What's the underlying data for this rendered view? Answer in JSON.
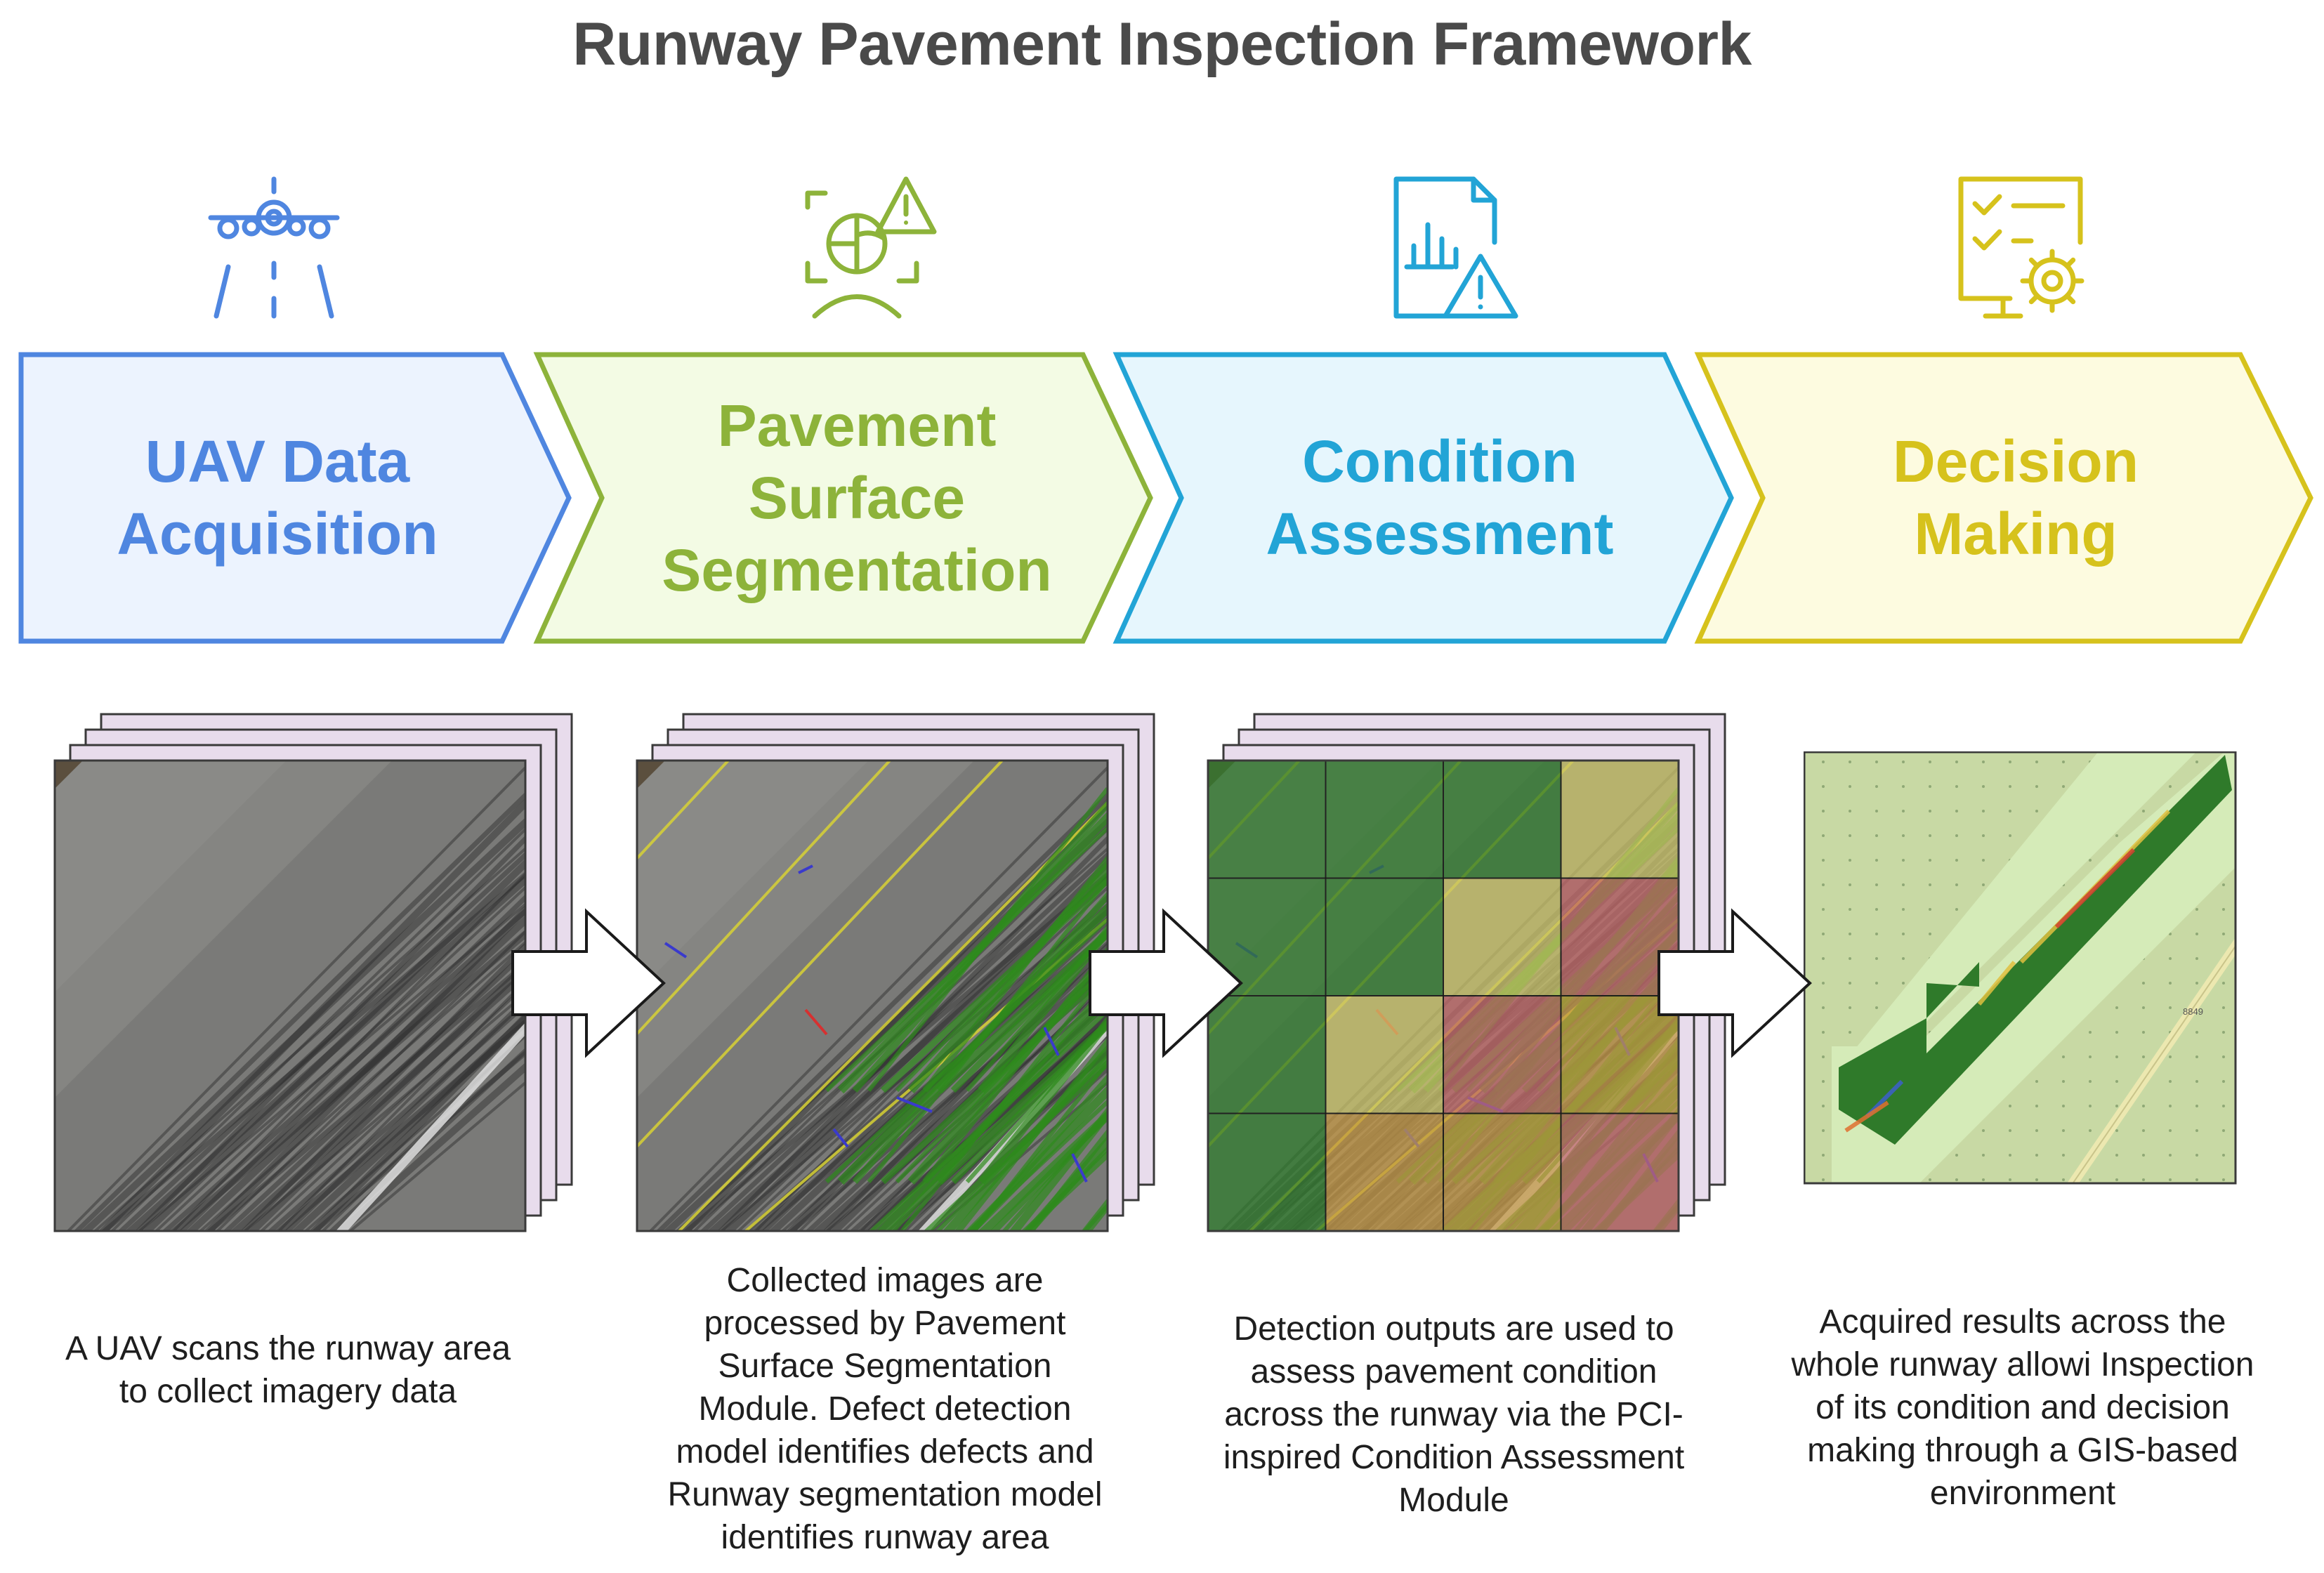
{
  "title": "Runway Pavement Inspection Framework",
  "colors": {
    "blue": "#4f86e0",
    "green": "#8db33a",
    "cyan": "#22a4d6",
    "yellow": "#d6c21c",
    "title": "#4a4a4a",
    "stack_sheet": "#e8dcec"
  },
  "stages": [
    {
      "id": "uav",
      "icon": "drone-icon",
      "label_lines": [
        "UAV Data",
        "Acquisition"
      ],
      "stroke": "#4f86e0",
      "fill": "#ecf3fe",
      "description_lines": [
        "A UAV scans the runway area",
        "to collect imagery data"
      ]
    },
    {
      "id": "segmentation",
      "icon": "scan-warning-icon",
      "label_lines": [
        "Pavement",
        "Surface",
        "Segmentation"
      ],
      "stroke": "#8db33a",
      "fill": "#f3fbe4",
      "description_lines": [
        "Collected images are",
        "processed by Pavement",
        "Surface Segmentation",
        "Module. Defect detection",
        "model identifies defects and",
        "Runway segmentation model",
        "identifies runway area"
      ]
    },
    {
      "id": "condition",
      "icon": "report-chart-warning-icon",
      "label_lines": [
        "Condition",
        "Assessment"
      ],
      "stroke": "#22a4d6",
      "fill": "#e6f6fd",
      "description_lines": [
        "Detection outputs are used to",
        "assess pavement condition",
        "across the runway via the PCI-",
        "inspired Condition Assessment",
        "Module"
      ]
    },
    {
      "id": "decision",
      "icon": "checklist-gear-icon",
      "label_lines": [
        "Decision",
        "Making"
      ],
      "stroke": "#d6c21c",
      "fill": "#fdfbe0",
      "description_lines": [
        "Acquired results across the",
        "whole runway allowi Inspection",
        "of its condition and decision",
        "making through a GIS-based",
        "environment"
      ]
    }
  ],
  "condition_grid": [
    [
      "good",
      "good",
      "good",
      "fair"
    ],
    [
      "good",
      "good",
      "fair",
      "poor"
    ],
    [
      "good",
      "fair",
      "poor",
      "moderate"
    ],
    [
      "good",
      "moderate",
      "moderate",
      "poor"
    ]
  ],
  "condition_colors": {
    "good": "#2f7d2c",
    "fair": "#cfc86a",
    "moderate": "#c89a45",
    "poor": "#c76a6a"
  },
  "map_label": "8849"
}
